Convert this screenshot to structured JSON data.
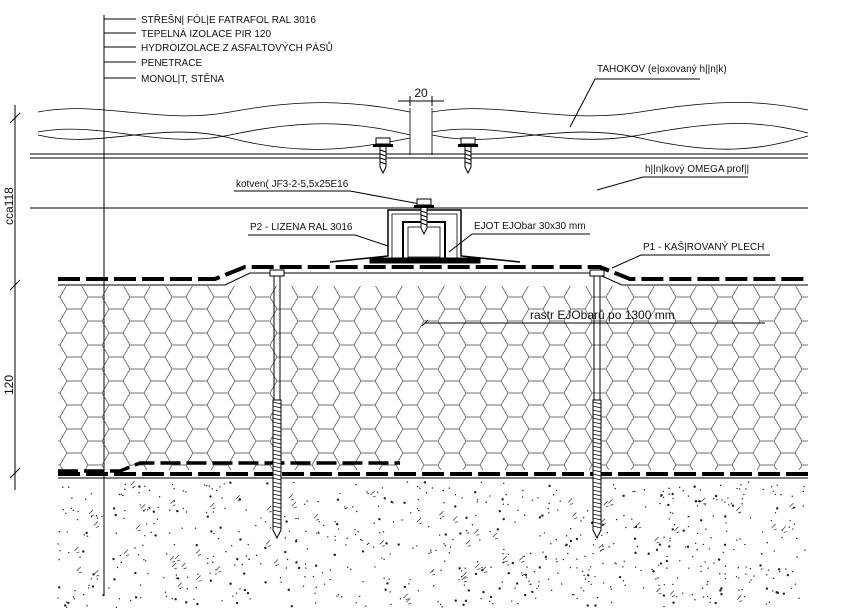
{
  "layers_legend": [
    "STŘEŠN| FÓL|E FATRAFOL RAL 3016",
    "TEPELNÁ IZOLACE PIR 120",
    "HYDROIZOLACE  Z ASFALTOVÝCH PÁSŮ",
    "PENETRACE",
    "MONOL|T, STĚNA"
  ],
  "labels": {
    "tahokov": "TAHOKOV (e|oxovaný h||n|k)",
    "omega": "h||n|kový OMEGA prof||",
    "kotveni": "kotven( JF3-2-5,5x25E16",
    "p2": "P2 - LIZENA RAL 3016",
    "ejot": "EJOT EJObar 30x30 mm",
    "p1": "P1 - KAŠ|ROVANÝ PLECH",
    "raster": "rastr EJObarů po 1300 mm"
  },
  "dimensions": {
    "gap": "20",
    "upper": "cca118",
    "insulation": "120"
  }
}
